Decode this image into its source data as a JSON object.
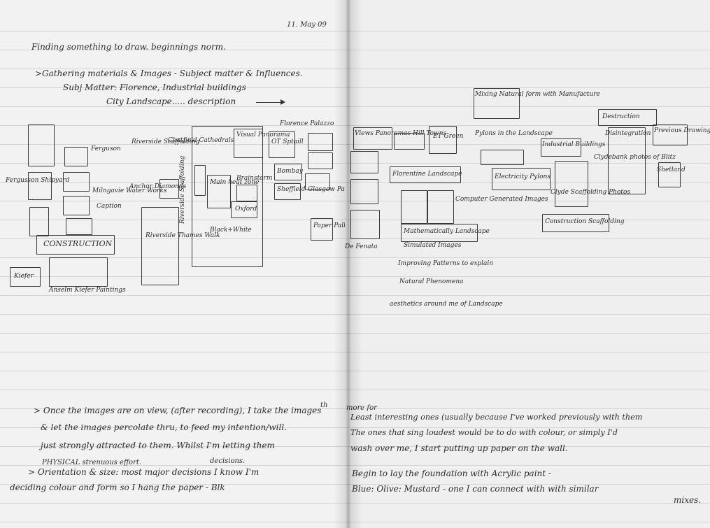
{
  "left_page": {
    "date": "11. May 09",
    "line1": "Finding something to draw. beginnings norm.",
    "line2": ">Gathering materials & Images - Subject matter & Influences.",
    "line3": "Subj Matter: Florence, Industrial buildings",
    "line4": "City Landscape..... description",
    "sketch_labels": {
      "fergusson": "Fergusson Shipyard",
      "ferguson_small": "Ferguson",
      "riverside": "Riverside Scaffolding",
      "chatfield": "Chatfield Cathedrals",
      "visual_panorama": "Visual Panorama",
      "florence_palazzo": "Florence Palazzo",
      "milngavie": "Milngavie Water Works",
      "anchor_diamonds": "Anchor Diamonds",
      "caption": "Caption",
      "ot_sptaill": "OT Sptaill",
      "bombay": "Bombay",
      "sheffield": "Sheffield",
      "glasgow_panorama": "Glasgow Panorama",
      "main_heat_zone": "Main heat zone",
      "brainstorm": "Brainstorm",
      "oxford": "Oxford",
      "construction": "CONSTRUCTION",
      "riverside_thames_walk": "Riverside Thames Walk",
      "riverside_scaffolding_v": "Riverside Scaffolding",
      "black_white": "Black+White",
      "kiefer": "Kiefer",
      "anselm_kiefer": "Anselm Kiefer Paintings",
      "paper": "Paper Palladio"
    },
    "para1": "> Once the images are on view, (after recording), I take the images",
    "para2": "& let the images percolate thru, to feed my intention/will.",
    "para3": "just strongly attracted to them. Whilst I'm letting them",
    "para_small": "PHYSICAL strenuous effort.",
    "para_small2": "decisions.",
    "para4": "> Orientation & size: most major decisions I know I'm",
    "para5": "deciding colour and form so I hang the paper - Blk",
    "para_th": "th"
  },
  "right_page": {
    "sketch_labels": {
      "views_panoramas": "Views Panoramas Hill Towns",
      "et_green": "ET Green",
      "mixing_natural": "Mixing Natural form with Manufacture",
      "pylons": "Pylons in the Landscape",
      "industrial_buildings": "Industrial Buildings",
      "destruction": "Destruction",
      "disintegration": "Disintegration",
      "previous_drawing": "Previous Drawing",
      "florentine": "Florentine Landscape",
      "electricity_pylons": "Electricity Pylons",
      "clydebank": "Clydebank photos of Blitz",
      "shetland": "Shetland",
      "computer_generated": "Computer Generated Images",
      "clyde_scaffolding": "Clyde Scaffolding Photos",
      "construction_scaffolding": "Construction Scaffolding",
      "mathematically": "Mathematically Landscape",
      "simulated": "Simulated Images",
      "improving_patterns": "Improving Patterns to explain",
      "natural_phenomena": "Natural Phenomena",
      "aesthetics": "aesthetics around me of Landscape",
      "de_fenata": "De Fenata"
    },
    "margin_note": "more for",
    "para1": "Least interesting ones (usually because I've worked previously with them",
    "para2": "The ones that sing loudest would be to do with colour, or simply I'd",
    "para3": "wash over me, I start putting up paper on the wall.",
    "para4": "Begin to lay the foundation with Acrylic paint -",
    "para5": "Blue: Olive: Mustard - one I can connect with with similar",
    "para6": "mixes."
  }
}
